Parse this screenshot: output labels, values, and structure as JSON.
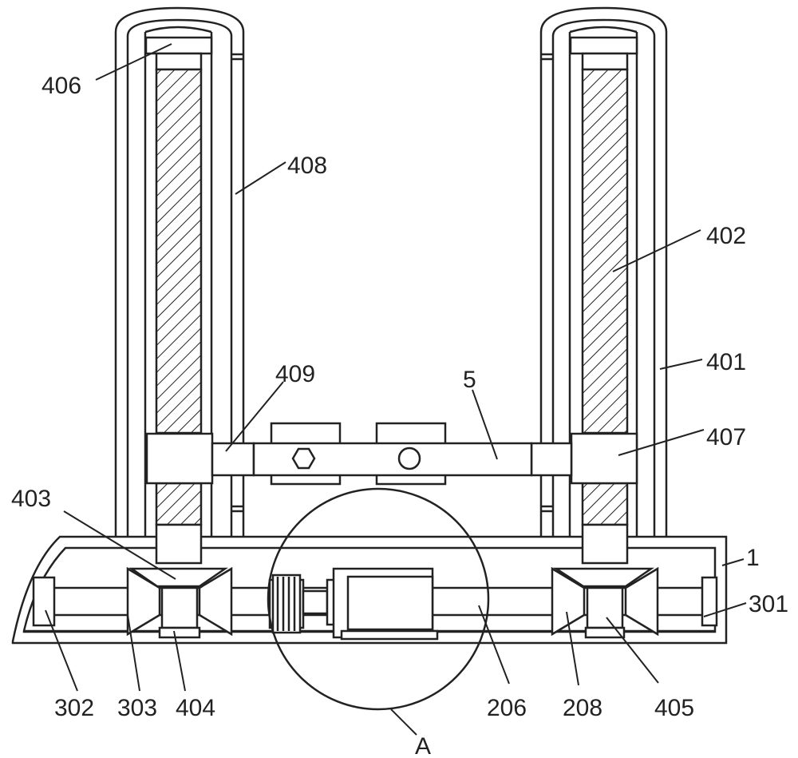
{
  "labels": {
    "l406": "406",
    "l408": "408",
    "l402": "402",
    "l401": "401",
    "l409": "409",
    "l5": "5",
    "l407": "407",
    "l403": "403",
    "l1": "1",
    "l301": "301",
    "l302": "302",
    "l303": "303",
    "l404": "404",
    "l206": "206",
    "l208": "208",
    "l405": "405",
    "lA": "A"
  }
}
